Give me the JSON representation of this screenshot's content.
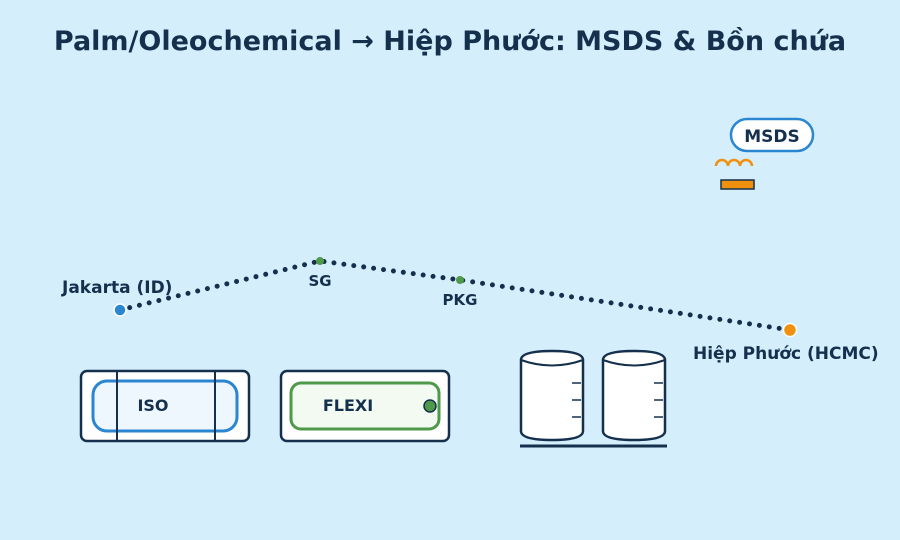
{
  "title": "Palm/Oleochemical → Hiệp Phước: MSDS & Bồn chứa",
  "route": {
    "origin": "Jakarta (ID)",
    "waypoints": [
      "SG",
      "PKG"
    ],
    "destination": "Hiệp Phước (HCMC)"
  },
  "badge": {
    "label": "MSDS"
  },
  "containers": {
    "iso_label": "ISO",
    "flexi_label": "FLEXI"
  },
  "colors": {
    "background": "#d4eefc",
    "text": "#14304d",
    "route_dots": "#14304d",
    "origin": "#2a86d0",
    "waypoint": "#4e9a4a",
    "destination": "#f0900f",
    "iso_accent": "#2a86d0",
    "flexi_accent": "#4e9a4a",
    "heat_icon": "#f0900f"
  },
  "icons": [
    "heat-coil-icon",
    "tank-icon"
  ]
}
